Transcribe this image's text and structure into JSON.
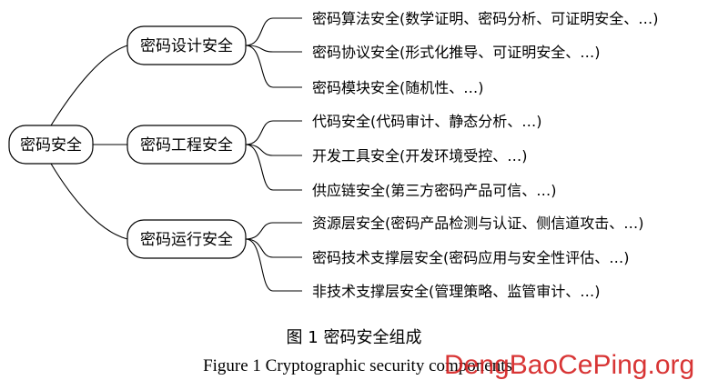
{
  "root": "密码安全",
  "branches": [
    {
      "label": "密码设计安全",
      "leaves": [
        "密码算法安全(数学证明、密码分析、可证明安全、…)",
        "密码协议安全(形式化推导、可证明安全、…)",
        "密码模块安全(随机性、…)"
      ]
    },
    {
      "label": "密码工程安全",
      "leaves": [
        "代码安全(代码审计、静态分析、…)",
        "开发工具安全(开发环境受控、…)",
        "供应链安全(第三方密码产品可信、…)"
      ]
    },
    {
      "label": "密码运行安全",
      "leaves": [
        "资源层安全(密码产品检测与认证、侧信道攻击、…)",
        "密码技术支撑层安全(密码应用与安全性评估、…)",
        "非技术支撑层安全(管理策略、监管审计、…)"
      ]
    }
  ],
  "caption": {
    "cn": "图 1  密码安全组成",
    "en": "Figure 1  Cryptographic security components"
  },
  "watermark": "DengBaoCePing.org"
}
